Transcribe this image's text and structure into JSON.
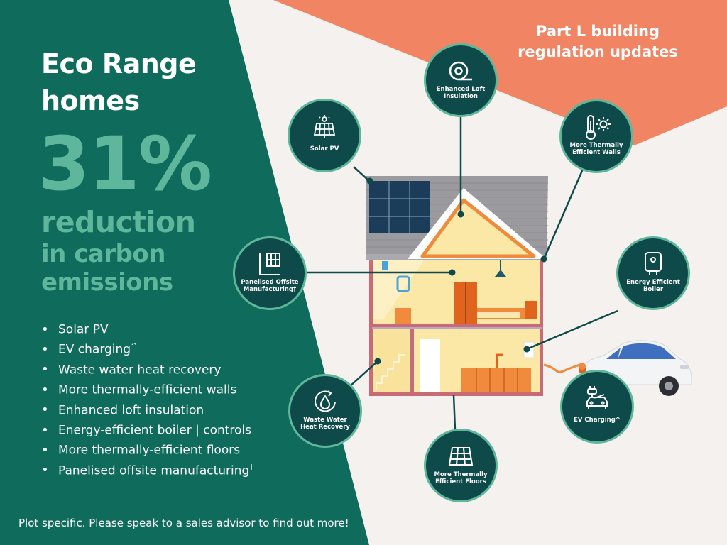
{
  "headline": {
    "line1": "Eco Range",
    "line2": "homes"
  },
  "stat": {
    "value": "31%",
    "line1": "reduction",
    "line2": "in carbon",
    "line3": "emissions"
  },
  "features": [
    {
      "text": "Solar PV",
      "mark": ""
    },
    {
      "text": "EV charging",
      "mark": "^"
    },
    {
      "text": "Waste water heat recovery",
      "mark": ""
    },
    {
      "text": "More thermally-efficient walls",
      "mark": ""
    },
    {
      "text": "Enhanced loft insulation",
      "mark": ""
    },
    {
      "text": "Energy-efficient boiler | controls",
      "mark": ""
    },
    {
      "text": "More thermally-efficient floors",
      "mark": ""
    },
    {
      "text": "Panelised offsite manufacturing",
      "mark": "†"
    }
  ],
  "footer": "Plot specific. Please speak to a sales advisor to find out more!",
  "part_l": {
    "line1": "Part L building",
    "line2": "regulation updates"
  },
  "badges": {
    "loft": {
      "line1": "Enhanced Loft",
      "line2": "Insulation",
      "icon": "insulation-roll-icon"
    },
    "solar": {
      "line1": "Solar PV",
      "line2": "",
      "icon": "solar-panel-icon"
    },
    "walls": {
      "line1": "More Thermally",
      "line2": "Efficient Walls",
      "icon": "thermometer-sun-icon"
    },
    "offsite": {
      "line1": "Panelised Offsite",
      "line2": "Manufacturing†",
      "icon": "panel-frame-icon"
    },
    "boiler": {
      "line1": "Energy Efficient",
      "line2": "Boiler",
      "icon": "boiler-icon"
    },
    "water": {
      "line1": "Waste Water",
      "line2": "Heat Recovery",
      "icon": "water-drop-recycle-icon"
    },
    "ev": {
      "line1": "EV Charging^",
      "line2": "",
      "icon": "ev-charger-car-icon"
    },
    "floors": {
      "line1": "More Thermally",
      "line2": "Efficient Floors",
      "icon": "floor-grid-icon"
    }
  },
  "colors": {
    "teal_dark": "#0f6b5c",
    "teal_light": "#5fb79b",
    "badge_bg": "#0f4a4b",
    "coral": "#f08463",
    "roof": "#9b9a9f",
    "wall": "#fbe7a6",
    "timber": "#c96b76"
  }
}
